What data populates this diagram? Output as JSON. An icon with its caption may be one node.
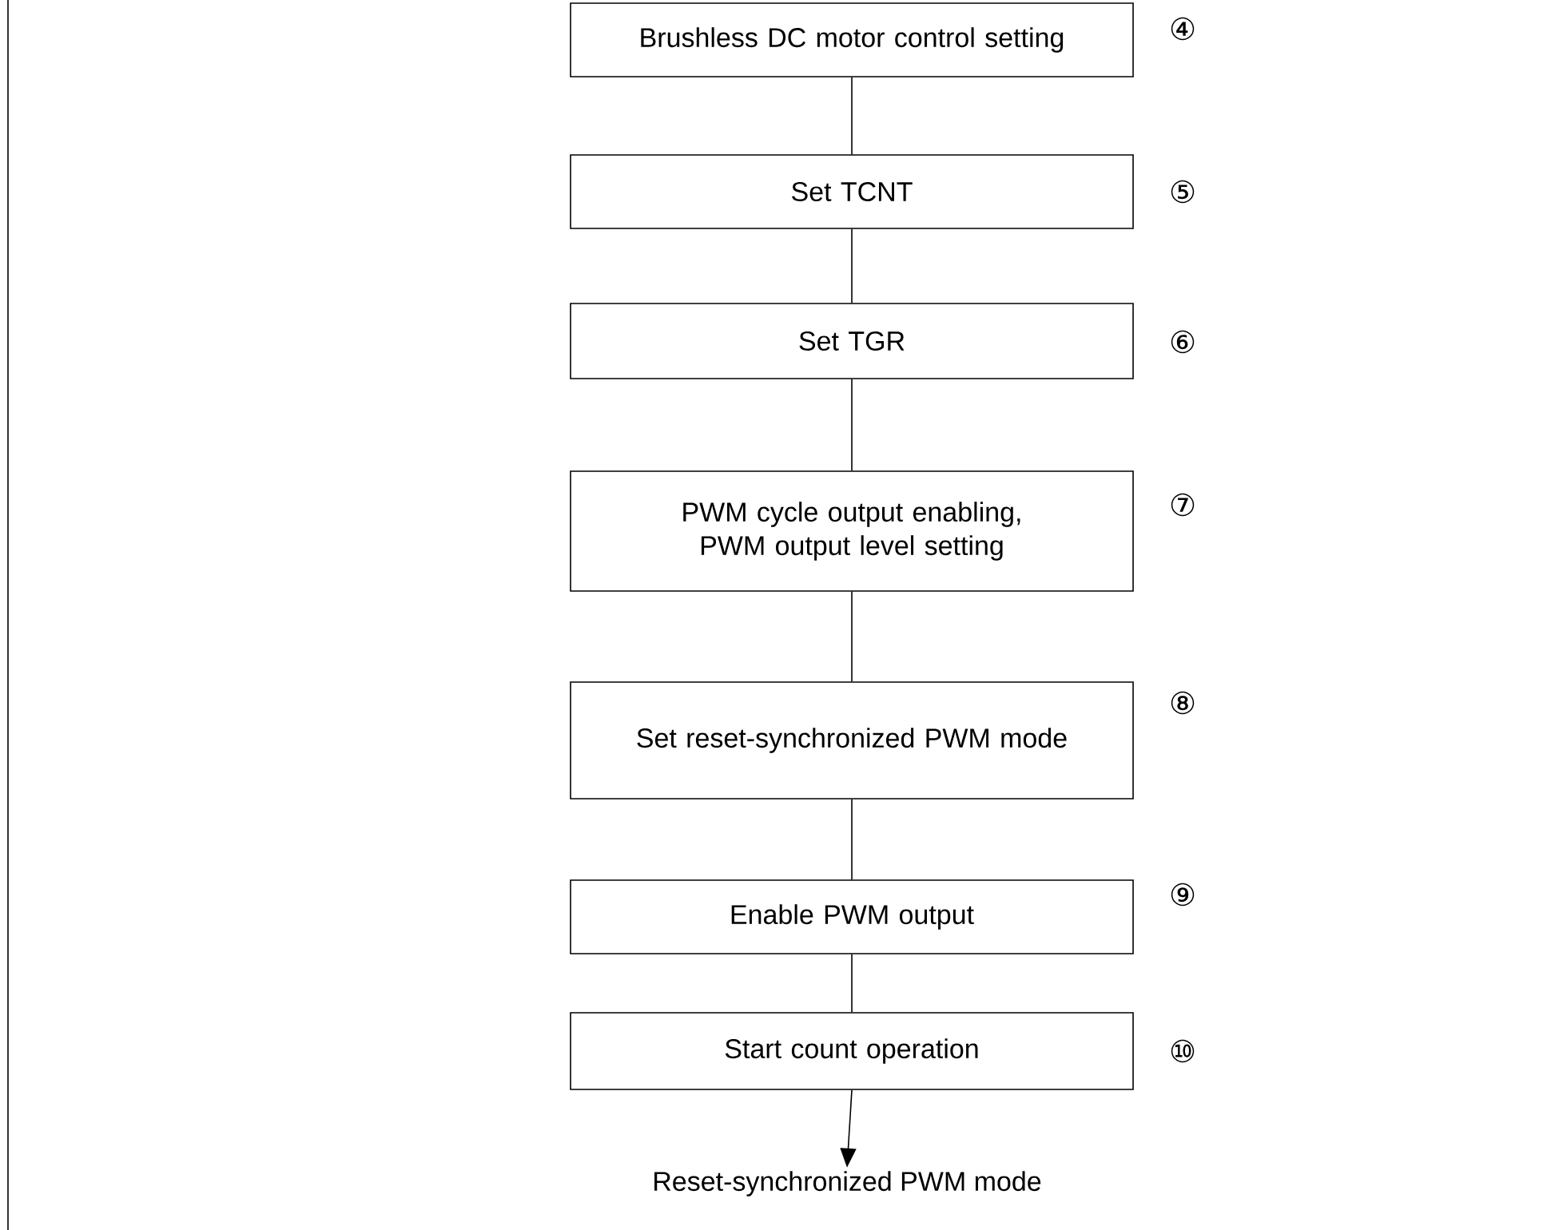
{
  "diagram": {
    "nodes": [
      {
        "text": [
          "Brushless DC motor control setting"
        ],
        "beside": [
          "④"
        ]
      },
      {
        "text": [
          "Set TCNT"
        ],
        "beside": [
          "⑤"
        ]
      },
      {
        "text": [
          "Set TGR"
        ],
        "beside": [
          "⑥"
        ]
      },
      {
        "text": [
          "PWM cycle output enabling, PWM output level setting"
        ],
        "beside": [
          "⑦"
        ]
      },
      {
        "text": [
          "Set reset-synchronized PWM mode"
        ],
        "beside": [
          "⑧"
        ]
      },
      {
        "text": [
          "Enable PWM output"
        ],
        "beside": [
          "⑨"
        ]
      },
      {
        "text": [
          "Start count operation"
        ],
        "beside": [
          "⑩"
        ]
      },
      {
        "text": [
          "Reset-synchronized PWM mode"
        ]
      }
    ],
    "edges": [
      {
        "from": 0,
        "to": 1,
        "arrow": "none"
      },
      {
        "from": 1,
        "to": 2,
        "arrow": "none"
      },
      {
        "from": 2,
        "to": 3,
        "arrow": "none"
      },
      {
        "from": 3,
        "to": 4,
        "arrow": "none"
      },
      {
        "from": 4,
        "to": 5,
        "arrow": "none"
      },
      {
        "from": 5,
        "to": 6,
        "arrow": "none"
      },
      {
        "from": 6,
        "to": 7,
        "arrow": "to"
      }
    ]
  }
}
